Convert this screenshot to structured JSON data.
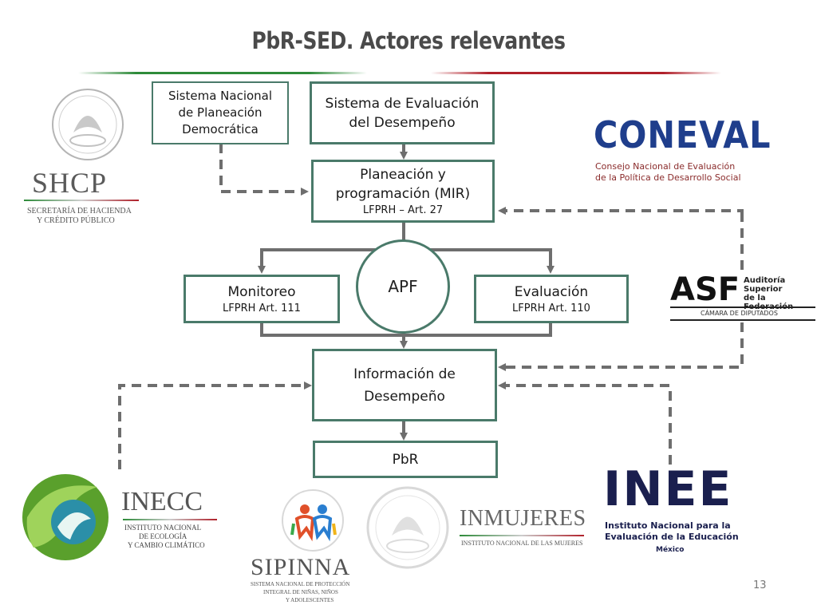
{
  "title": "PbR-SED. Actores relevantes",
  "nodes": {
    "snpd": "Sistema Nacional de Planeación Democrática",
    "sed": "Sistema de Evaluación del Desempeño",
    "mir_main": "Planeación y programación (MIR)",
    "mir_sub": "LFPRH – Art. 27",
    "monitoreo_main": "Monitoreo",
    "monitoreo_sub": "LFPRH Art. 111",
    "apf": "APF",
    "evaluacion_main": "Evaluación",
    "evaluacion_sub": "LFPRH Art. 110",
    "info_main": "Información de Desempeño",
    "pbr": "PbR"
  },
  "logos": {
    "shcp": {
      "name": "SHCP",
      "line1": "SECRETARÍA DE HACIENDA",
      "line2": "Y CRÉDITO PÚBLICO"
    },
    "coneval": {
      "name": "CONEVAL",
      "line1": "Consejo Nacional de Evaluación",
      "line2": "de la Política de Desarrollo Social"
    },
    "asf": {
      "name": "ASF",
      "line1": "Auditoría",
      "line2": "Superior",
      "line3": "de la Federación",
      "line4": "CÁMARA DE DIPUTADOS"
    },
    "inecc": {
      "name": "INECC",
      "line1": "INSTITUTO NACIONAL",
      "line2": "DE ECOLOGÍA",
      "line3": "Y CAMBIO CLIMÁTICO"
    },
    "sipinna": {
      "name": "SIPINNA",
      "line1": "SISTEMA NACIONAL DE PROTECCIÓN",
      "line2": "INTEGRAL DE NIÑAS, NIÑOS",
      "line3": "Y ADOLESCENTES"
    },
    "inmujeres": {
      "name": "INMUJERES",
      "line1": "INSTITUTO NACIONAL DE LAS MUJERES"
    },
    "inee": {
      "name": "INEE",
      "line1": "Instituto Nacional para la",
      "line2": "Evaluación de la Educación",
      "line3": "México"
    }
  },
  "page_number": "13",
  "colors": {
    "box_border": "#4a7a6a",
    "connector": "#6e6e6e",
    "rule_green": "#2e8b3a",
    "rule_red": "#b0202a",
    "coneval_blue": "#1f3e8c",
    "inee_navy": "#1a1f4e"
  }
}
